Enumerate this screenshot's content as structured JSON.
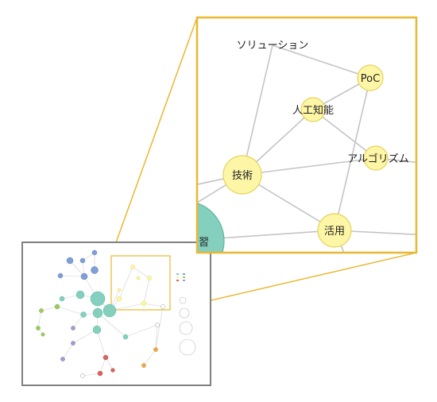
{
  "zoom_nodes": {
    "solution": "ソリューション",
    "poc": "PoC",
    "ai": "人工知能",
    "algorithm": "アルゴリズム",
    "tech": "技術",
    "use": "活用",
    "learn": "習"
  },
  "colors": {
    "accent_border": "#e8b830",
    "node_yellow": "#fdf6a6",
    "node_yellow_border": "#e6d35a",
    "node_teal": "#84cfbd",
    "node_teal_border": "#5fb7a3",
    "node_blue": "#7f9fd6",
    "node_green": "#9ccb62",
    "node_purple": "#a49bd1",
    "node_red": "#d9655c",
    "node_orange": "#f0a64a",
    "edge": "#c4c4c4",
    "frame": "#808080"
  }
}
